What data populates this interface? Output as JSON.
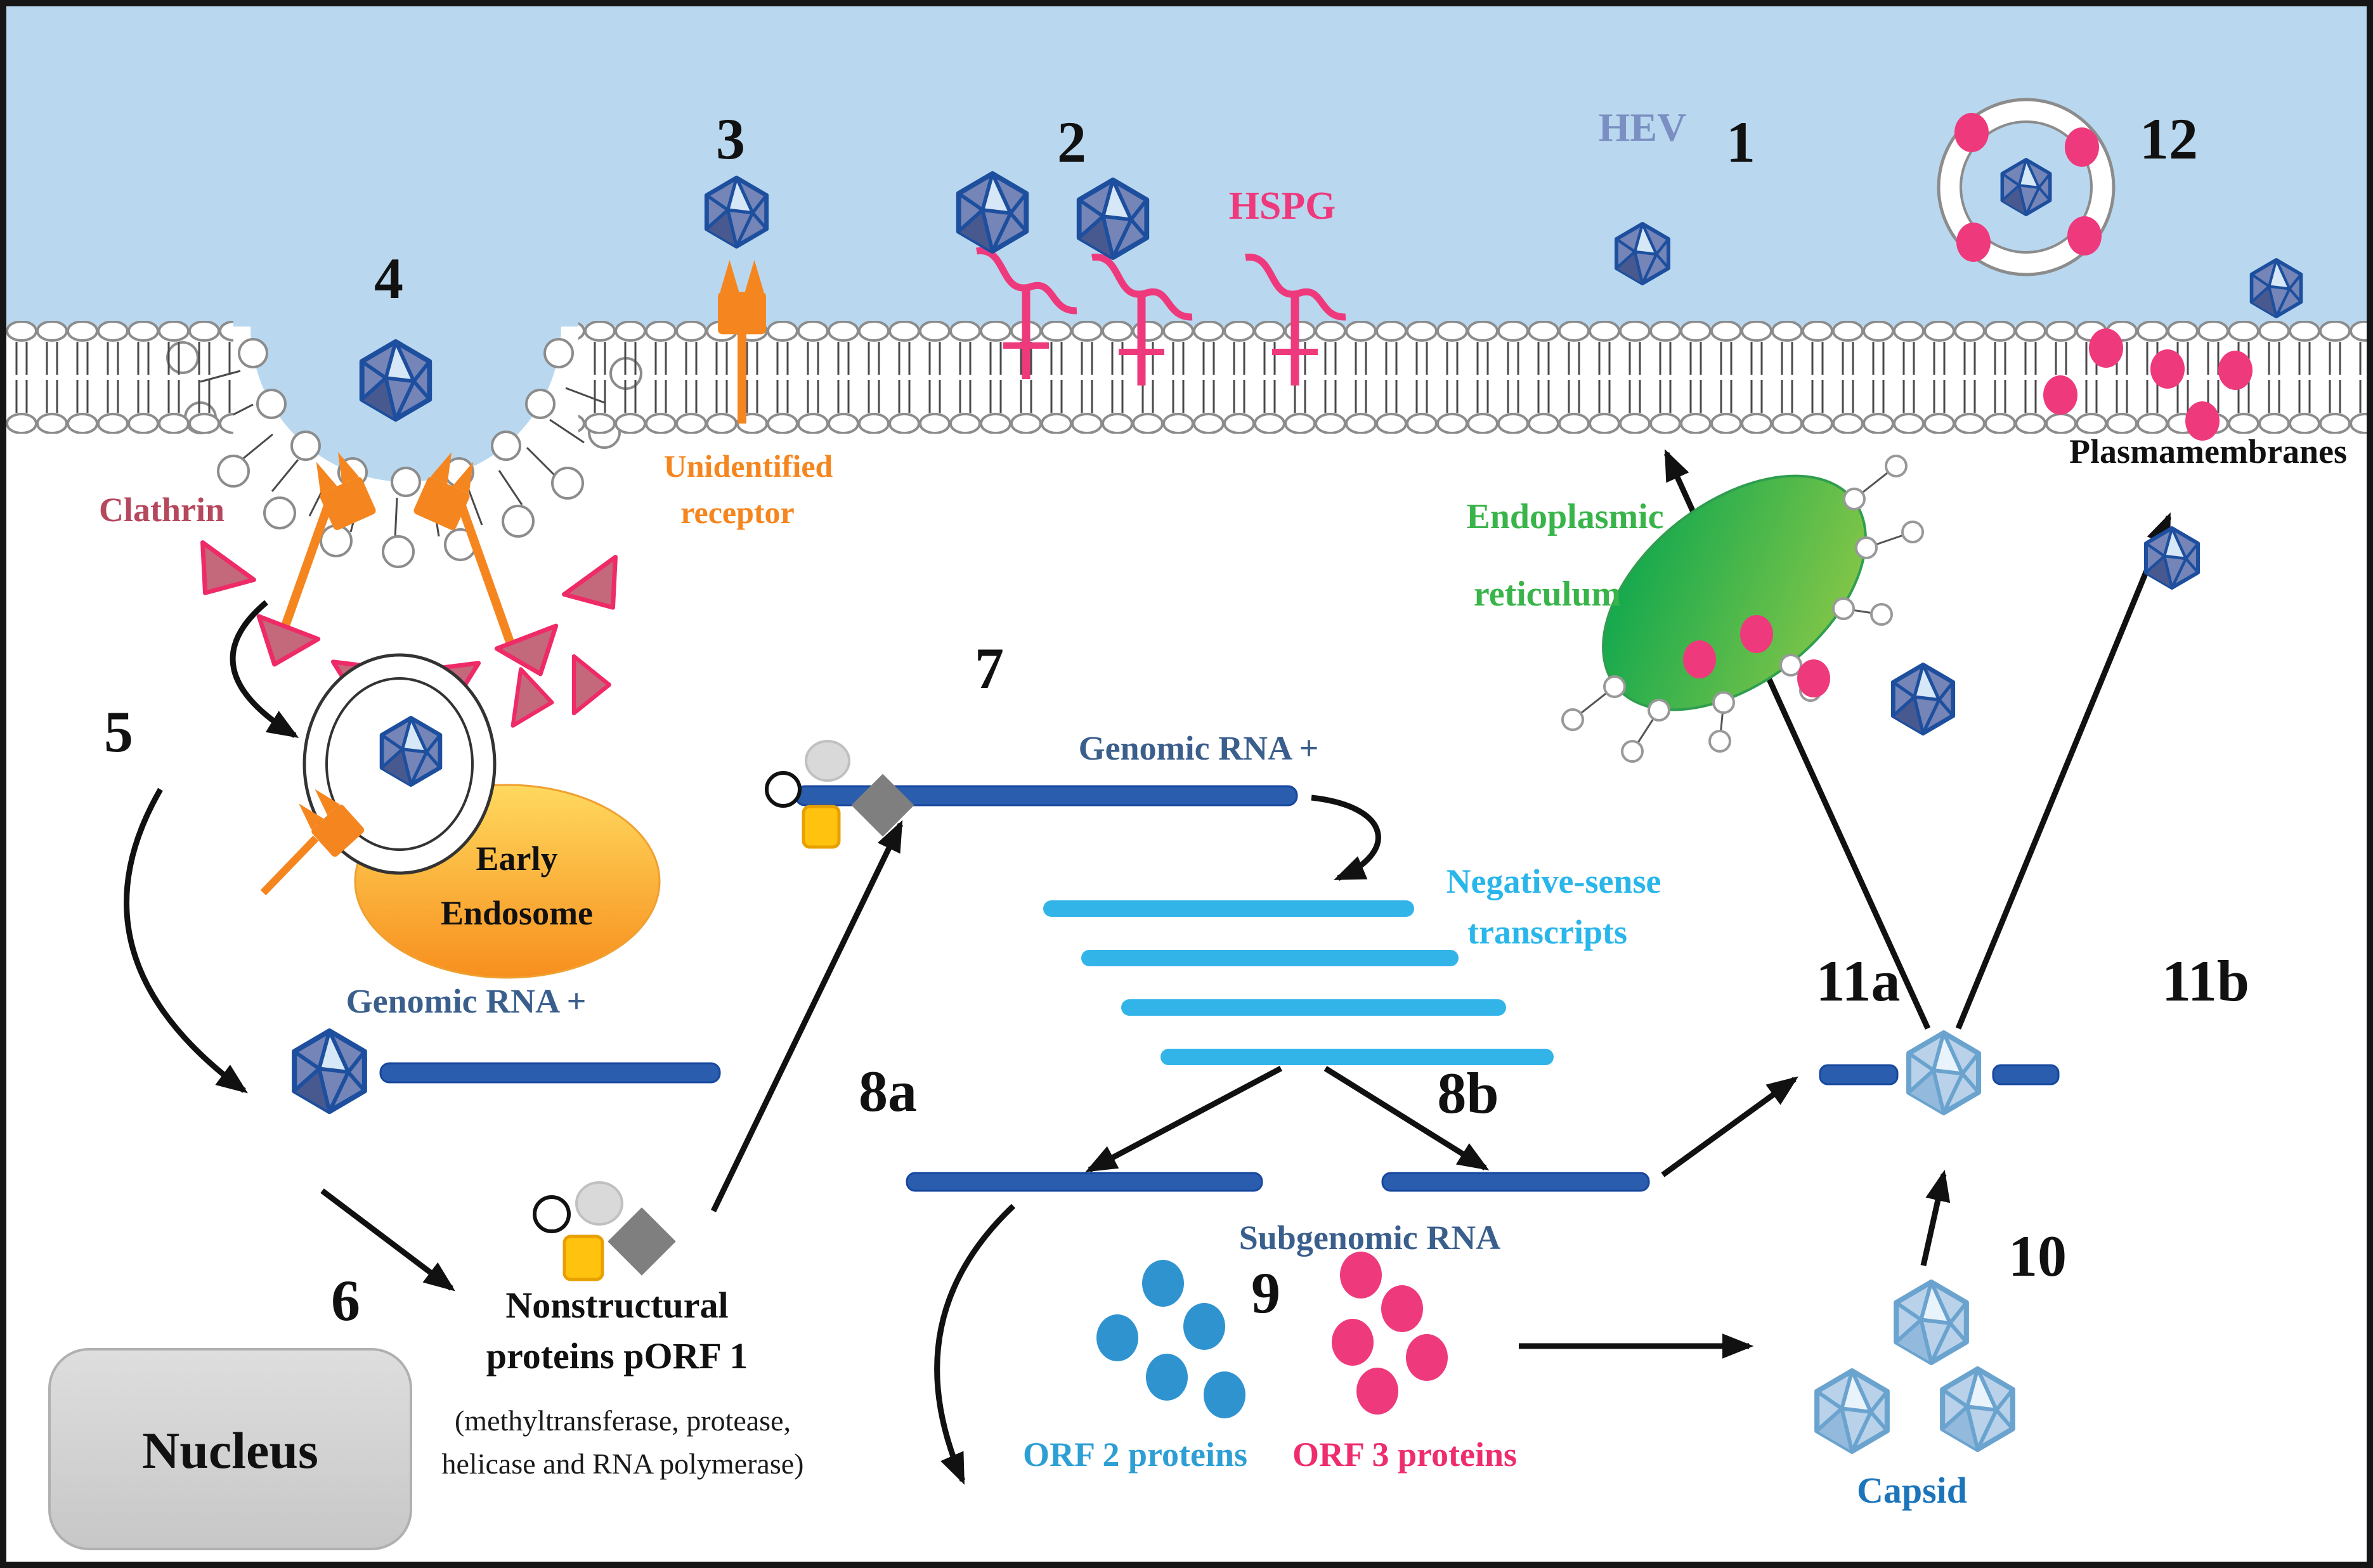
{
  "title": "HEV life cycle diagram",
  "steps": {
    "1": "1",
    "2": "2",
    "3": "3",
    "4": "4",
    "5": "5",
    "6": "6",
    "7": "7",
    "8a": "8a",
    "8b": "8b",
    "9": "9",
    "10": "10",
    "11a": "11a",
    "11b": "11b",
    "12": "12"
  },
  "labels": {
    "hev": "HEV",
    "hspg": "HSPG",
    "clathrin": "Clathrin",
    "unidentified_receptor": [
      "Unidentified",
      "receptor"
    ],
    "early_endosome": [
      "Early",
      "Endosome"
    ],
    "genomic_rna_entry": "Genomic RNA +",
    "genomic_rna_replication": "Genomic RNA +",
    "negative_sense": [
      "Negative-sense",
      "transcripts"
    ],
    "subgenomic_rna": "Subgenomic RNA",
    "nonstructural": [
      "Nonstructural",
      "proteins pORF 1"
    ],
    "nonstructural_detail": [
      "(methyltransferase,  protease,",
      "helicase and RNA polymerase)"
    ],
    "orf2": "ORF 2 proteins",
    "orf3": "ORF 3 proteins",
    "capsid": "Capsid",
    "nucleus": "Nucleus",
    "endoplasmic_reticulum": [
      "Endoplasmic",
      "reticulum"
    ],
    "plasma_membranes": "Plasmamembranes"
  },
  "colors": {
    "extracellular": "#b9d8ef",
    "membrane_head": "#ffffff",
    "membrane_outline": "#8c8c8c",
    "virus_edge": "#1d4f9e",
    "virus_face": "#7585b8",
    "virus_light_face": "#d6e8f7",
    "capsid_face": "#b9d2ea",
    "capsid_edge": "#6ba3cf",
    "orange_receptor": "#f5861f",
    "clathrin_fill": "#c4687b",
    "clathrin_edge": "#ee2a67",
    "hspg_pink": "#ee3a7d",
    "rna_dark_blue": "#2a5dad",
    "rna_cyan": "#33b4e9",
    "orf2_blue": "#2f93d0",
    "orf3_pink": "#ee3a7d",
    "er_green_dark": "#00a34f",
    "er_green_light": "#95cb47",
    "endosome_yellow": "#ffd95e",
    "endosome_orange": "#f78f1e",
    "nucleus_gray": "#d7d7d7",
    "steel_text": "#3b5f8c",
    "hev_text": "#7b8fc2"
  }
}
